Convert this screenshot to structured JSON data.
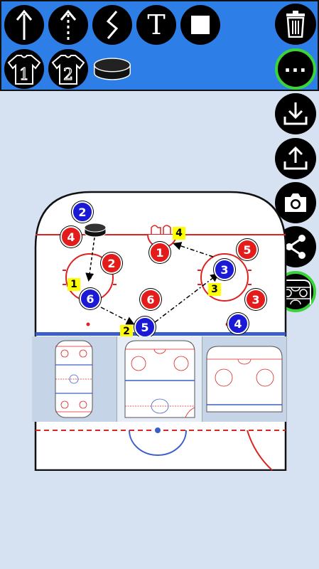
{
  "toolbar": {
    "tools": [
      {
        "name": "solid-arrow"
      },
      {
        "name": "dashed-arrow"
      },
      {
        "name": "wave-arrow"
      },
      {
        "name": "text",
        "glyph": "T"
      },
      {
        "name": "rectangle"
      }
    ],
    "jerseys": [
      {
        "team": "team-1",
        "label": "1"
      },
      {
        "team": "team-2",
        "label": "2"
      }
    ],
    "accent": "#2d7ee6"
  },
  "side": {
    "more_label": "...",
    "buttons": [
      "trash",
      "more",
      "download",
      "upload",
      "camera",
      "share",
      "rink-layout"
    ],
    "active_color": "#3ad43a"
  },
  "players": {
    "red": [
      {
        "number": "4"
      },
      {
        "number": "2"
      },
      {
        "number": "1"
      },
      {
        "number": "6"
      },
      {
        "number": "5"
      },
      {
        "number": "3"
      }
    ],
    "blue": [
      {
        "number": "2"
      },
      {
        "number": "6"
      },
      {
        "number": "5"
      },
      {
        "number": "3"
      },
      {
        "number": "4"
      }
    ],
    "red_color": "#e41b1b",
    "blue_color": "#1a1ad6"
  },
  "tags": [
    "1",
    "2",
    "3",
    "4"
  ],
  "rink_options": [
    "full-rink",
    "half-rink-zone",
    "offensive-zone"
  ]
}
